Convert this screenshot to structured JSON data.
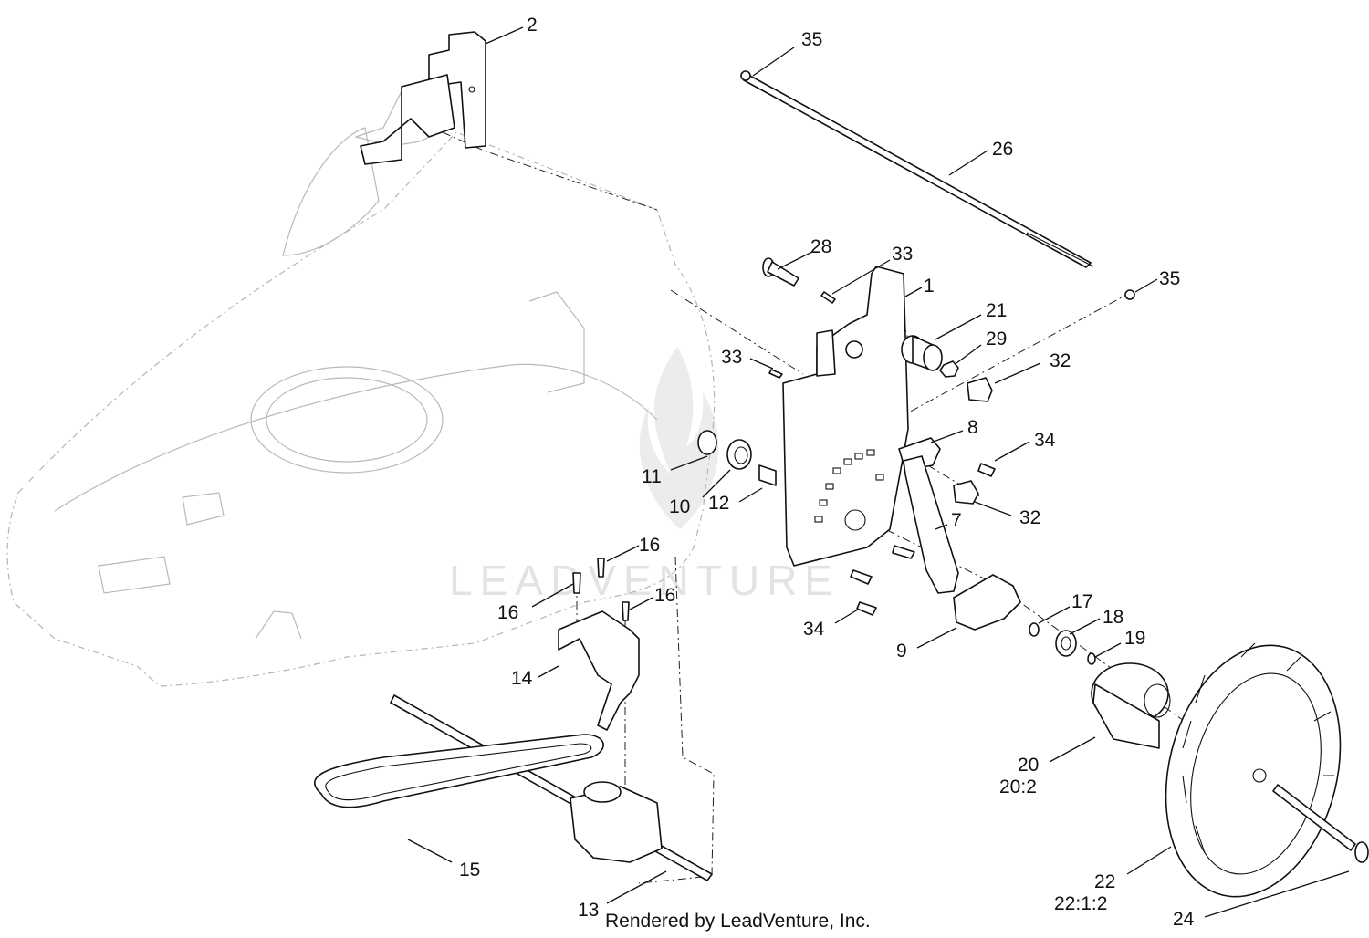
{
  "callouts": [
    {
      "id": "c-2",
      "label": "2"
    },
    {
      "id": "c-35a",
      "label": "35"
    },
    {
      "id": "c-26",
      "label": "26"
    },
    {
      "id": "c-28",
      "label": "28"
    },
    {
      "id": "c-33a",
      "label": "33"
    },
    {
      "id": "c-1",
      "label": "1"
    },
    {
      "id": "c-35b",
      "label": "35"
    },
    {
      "id": "c-21",
      "label": "21"
    },
    {
      "id": "c-29",
      "label": "29"
    },
    {
      "id": "c-33b",
      "label": "33"
    },
    {
      "id": "c-32a",
      "label": "32"
    },
    {
      "id": "c-8",
      "label": "8"
    },
    {
      "id": "c-34a",
      "label": "34"
    },
    {
      "id": "c-11",
      "label": "11"
    },
    {
      "id": "c-10",
      "label": "10"
    },
    {
      "id": "c-12",
      "label": "12"
    },
    {
      "id": "c-32b",
      "label": "32"
    },
    {
      "id": "c-7",
      "label": "7"
    },
    {
      "id": "c-16a",
      "label": "16"
    },
    {
      "id": "c-16b",
      "label": "16"
    },
    {
      "id": "c-16c",
      "label": "16"
    },
    {
      "id": "c-34b",
      "label": "34"
    },
    {
      "id": "c-17",
      "label": "17"
    },
    {
      "id": "c-18",
      "label": "18"
    },
    {
      "id": "c-9",
      "label": "9"
    },
    {
      "id": "c-19",
      "label": "19"
    },
    {
      "id": "c-14",
      "label": "14"
    },
    {
      "id": "c-20",
      "label": "20"
    },
    {
      "id": "c-20-2",
      "label": "20:2"
    },
    {
      "id": "c-15",
      "label": "15"
    },
    {
      "id": "c-22",
      "label": "22"
    },
    {
      "id": "c-22-1-2",
      "label": "22:1:2"
    },
    {
      "id": "c-13",
      "label": "13"
    },
    {
      "id": "c-24",
      "label": "24"
    }
  ],
  "credit": "Rendered by LeadVenture, Inc.",
  "watermark": "LEADVENTURE"
}
